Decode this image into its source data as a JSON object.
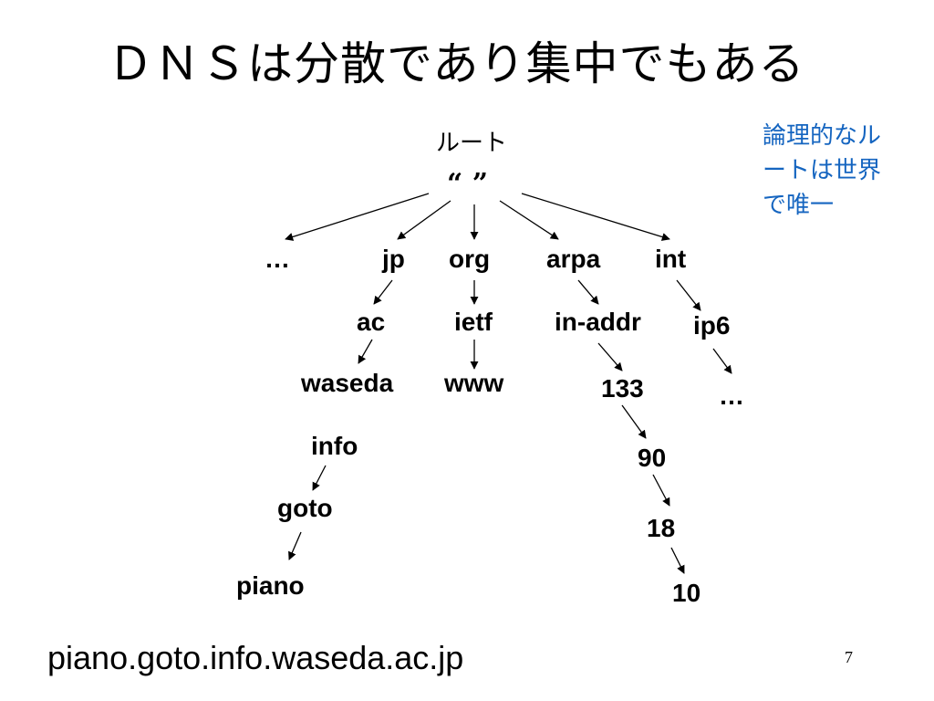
{
  "title": "ＤＮＳは分散であり集中でもある",
  "tree": {
    "root_label": "ルート",
    "root_name": "“ ”",
    "nodes": {
      "tld_more": "…",
      "jp": "jp",
      "org": "org",
      "arpa": "arpa",
      "int": "int",
      "ac": "ac",
      "ietf": "ietf",
      "in_addr": "in-addr",
      "ip6": "ip6",
      "waseda": "waseda",
      "www": "www",
      "n133": "133",
      "ip6_more": "…",
      "info": "info",
      "n90": "90",
      "goto": "goto",
      "n18": "18",
      "piano": "piano",
      "n10": "10"
    }
  },
  "note": "論理的なルートは世界で唯一",
  "fqdn": "piano.goto.info.waseda.ac.jp",
  "page_number": "7",
  "colors": {
    "note": "#1565c0",
    "text": "#000000"
  }
}
